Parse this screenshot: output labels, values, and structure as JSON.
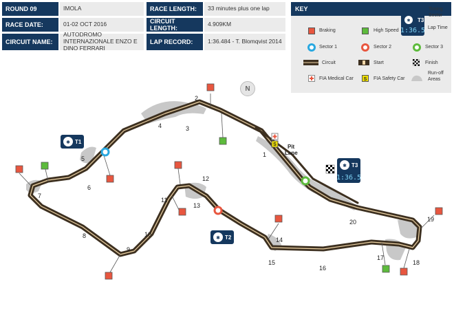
{
  "info": {
    "round_label": "ROUND 09",
    "round_value": "IMOLA",
    "race_length_label": "RACE LENGTH:",
    "race_length_value": "33 minutes plus one lap",
    "race_date_label": "RACE DATE:",
    "race_date_value": "01-02 OCT 2016",
    "circuit_length_label": "CIRCUIT LENGTH:",
    "circuit_length_value": "4.909KM",
    "circuit_name_label": "CIRCUIT NAME:",
    "circuit_name_value": "AUTODROMO INTERNAZIONALE ENZO E DINO FERRARI",
    "lap_record_label": "LAP RECORD:",
    "lap_record_value": "1:36.484 - T. Blomqvist 2014"
  },
  "key": {
    "title": "KEY",
    "timing_sector": "Timing Sector",
    "lap_time": "Lap Time",
    "braking": "Braking",
    "high_speed": "High Speed",
    "sector1": "Sector 1",
    "sector2": "Sector 2",
    "sector3": "Sector 3",
    "circuit": "Circuit",
    "start": "Start",
    "finish": "Finish",
    "medical_car": "FIA Medical Car",
    "safety_car": "FIA Safety Car",
    "runoff": "Run-off Areas",
    "sample_sector": "T3",
    "sample_time": "1:36.5"
  },
  "map": {
    "compass": "N",
    "pit_lane": "Pit Lane",
    "t1_label": "T1",
    "t2_label": "T2",
    "t3_label": "T3",
    "t3_time": "1:36.5",
    "turns": [
      "1",
      "2",
      "3",
      "4",
      "5",
      "6",
      "7",
      "8",
      "9",
      "10",
      "11",
      "12",
      "13",
      "14",
      "15",
      "16",
      "17",
      "18",
      "19",
      "20"
    ]
  },
  "colors": {
    "header": "#15385e",
    "braking": "#e8563f",
    "high_speed": "#5dbb3c",
    "sector1": "#29a8e0",
    "sector2": "#e8563f",
    "sector3": "#5dbb3c",
    "runoff": "#c8c8c8",
    "track": "#3d3020"
  }
}
